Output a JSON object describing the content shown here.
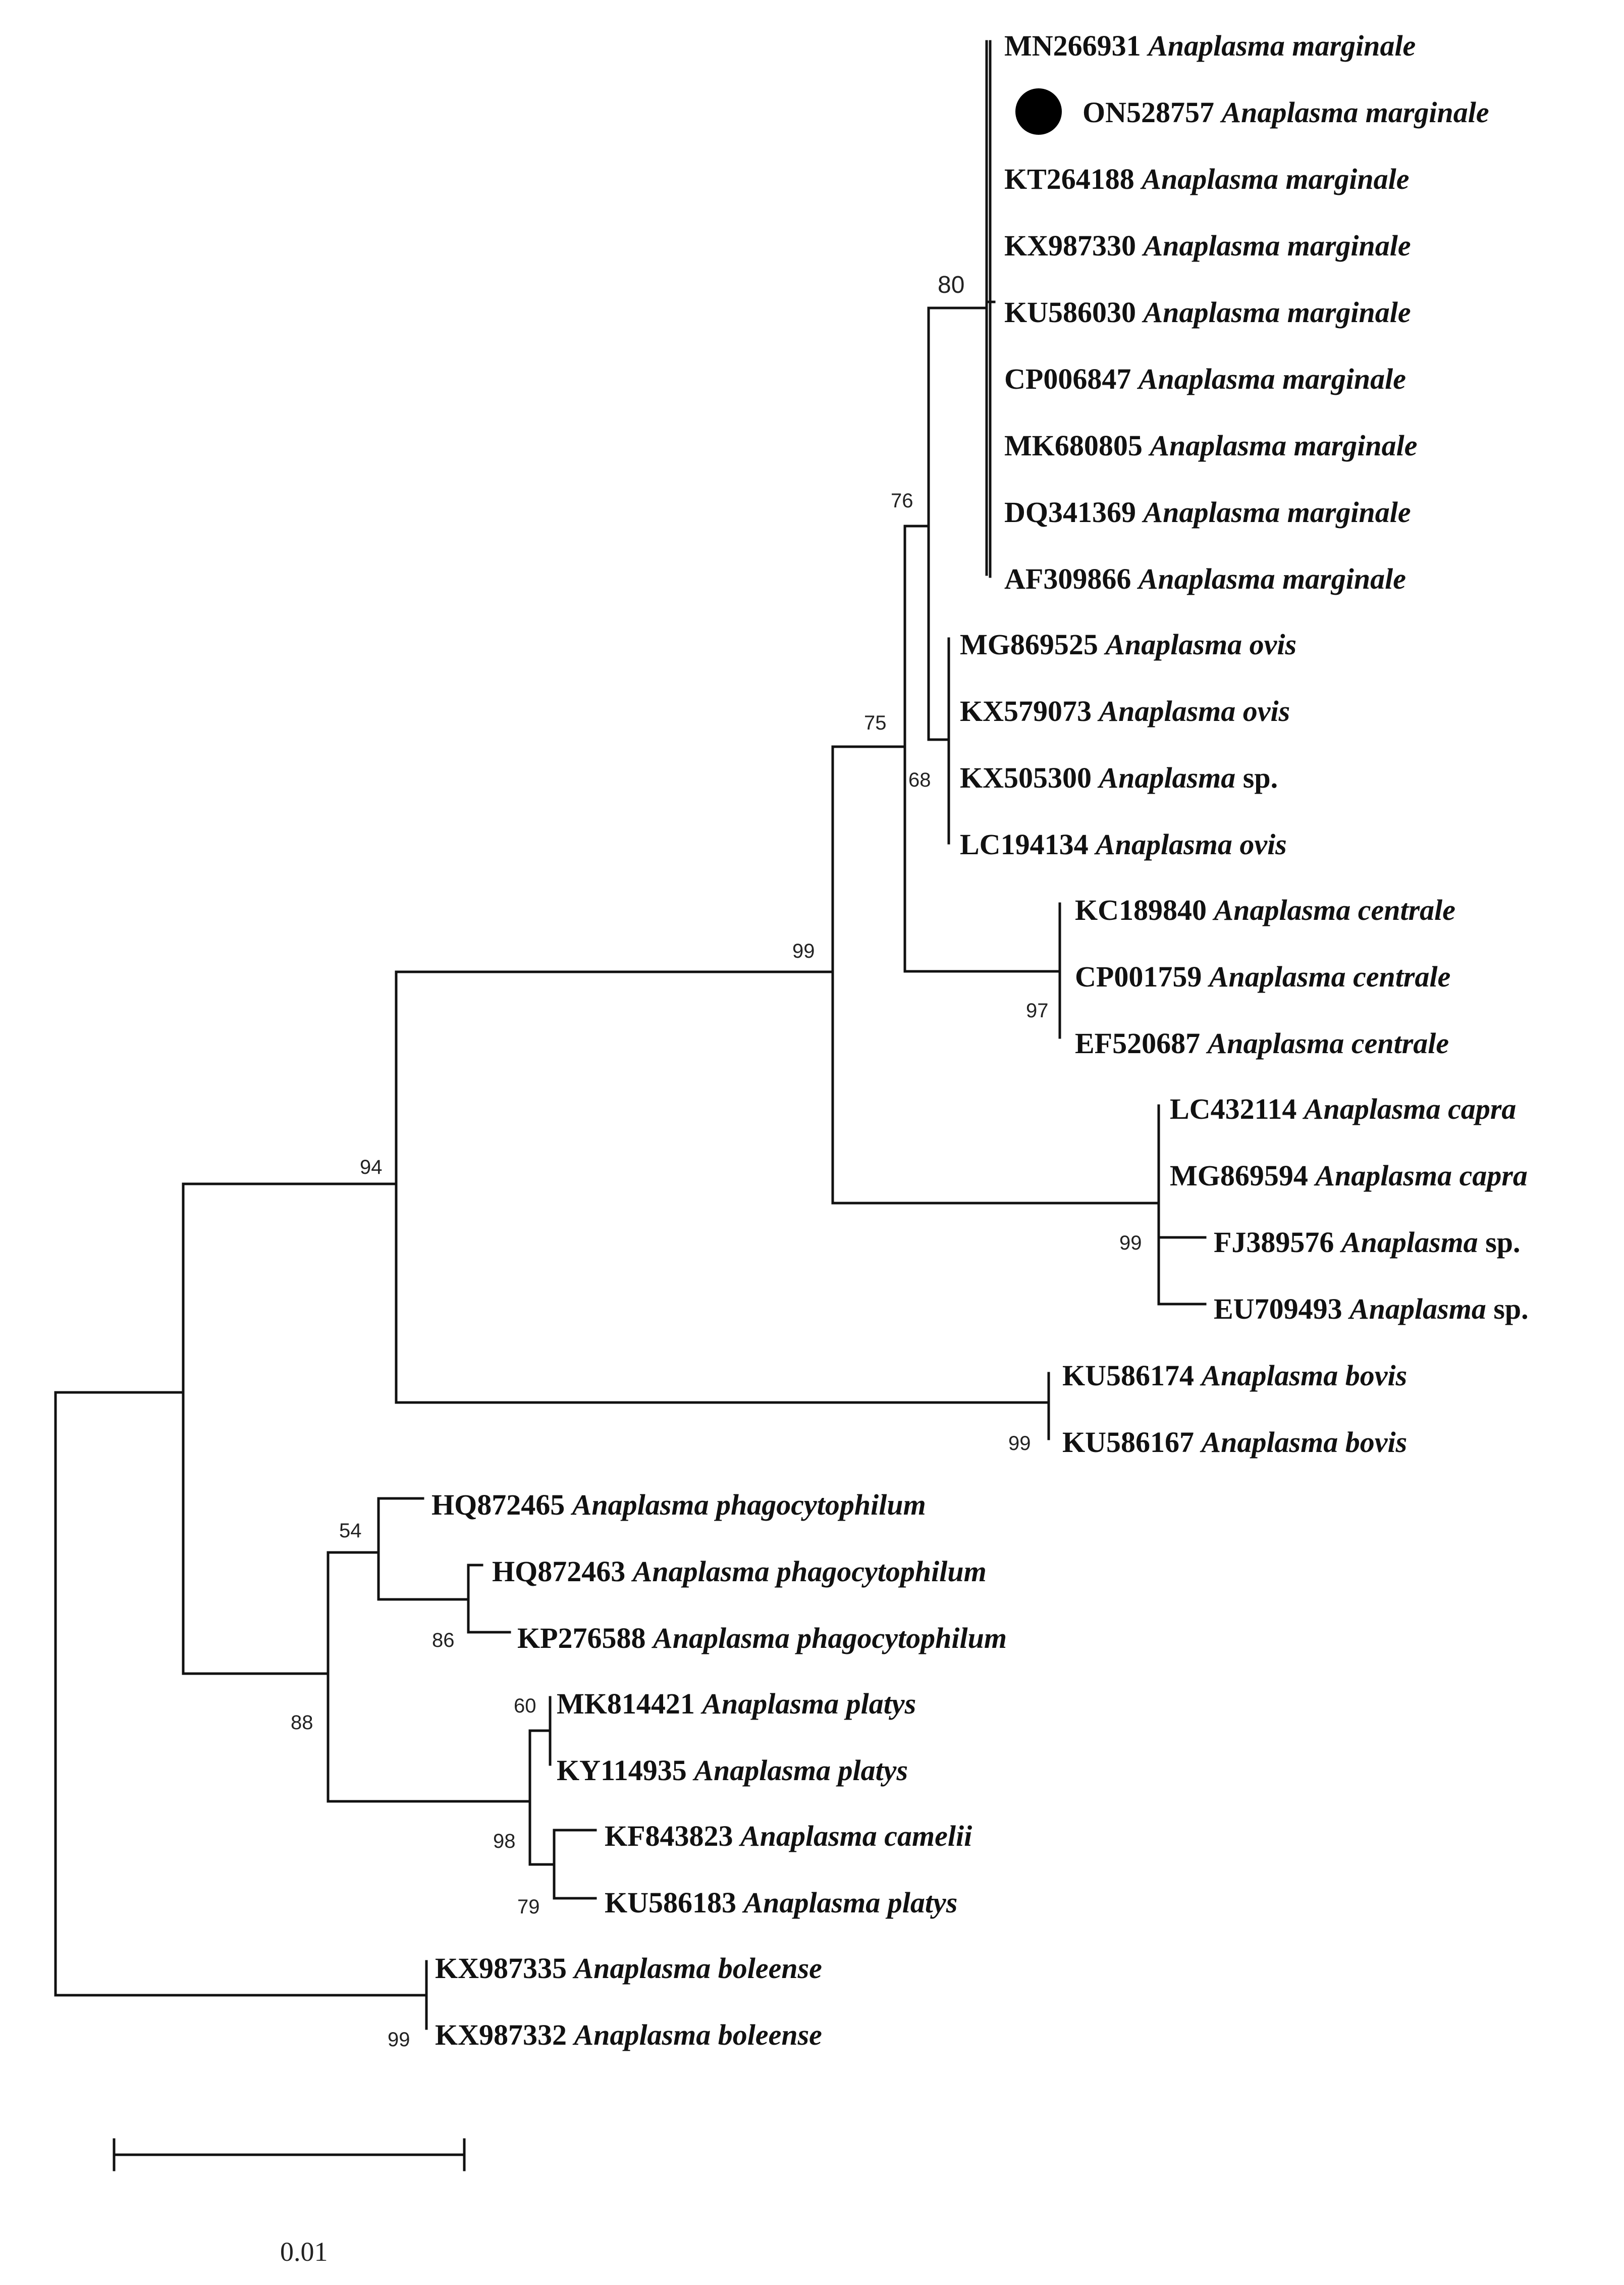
{
  "tree": {
    "taxa": [
      {
        "id": "t1",
        "accession": "MN266931",
        "species": "Anaplasma marginale"
      },
      {
        "id": "t2",
        "accession": "ON528757",
        "species": "Anaplasma marginale",
        "highlight": true
      },
      {
        "id": "t3",
        "accession": "KT264188",
        "species": "Anaplasma marginale"
      },
      {
        "id": "t4",
        "accession": "KX987330",
        "species": "Anaplasma marginale"
      },
      {
        "id": "t5",
        "accession": "KU586030",
        "species": "Anaplasma marginale"
      },
      {
        "id": "t6",
        "accession": "CP006847",
        "species": "Anaplasma marginale"
      },
      {
        "id": "t7",
        "accession": "MK680805",
        "species": "Anaplasma marginale"
      },
      {
        "id": "t8",
        "accession": "DQ341369",
        "species": "Anaplasma marginale"
      },
      {
        "id": "t9",
        "accession": "AF309866",
        "species": "Anaplasma marginale"
      },
      {
        "id": "t10",
        "accession": "MG869525",
        "species": "Anaplasma ovis"
      },
      {
        "id": "t11",
        "accession": "KX579073",
        "species": "Anaplasma ovis"
      },
      {
        "id": "t12",
        "accession": "KX505300",
        "species": "Anaplasma",
        "suffix": "sp."
      },
      {
        "id": "t13",
        "accession": "LC194134",
        "species": "Anaplasma ovis"
      },
      {
        "id": "t14",
        "accession": "KC189840",
        "species": "Anaplasma centrale"
      },
      {
        "id": "t15",
        "accession": "CP001759",
        "species": "Anaplasma centrale"
      },
      {
        "id": "t16",
        "accession": "EF520687",
        "species": "Anaplasma centrale"
      },
      {
        "id": "t17",
        "accession": "LC432114",
        "species": "Anaplasma capra"
      },
      {
        "id": "t18",
        "accession": "MG869594",
        "species": "Anaplasma capra"
      },
      {
        "id": "t19",
        "accession": "FJ389576",
        "species": "Anaplasma",
        "suffix": "sp."
      },
      {
        "id": "t20",
        "accession": "EU709493",
        "species": "Anaplasma",
        "suffix": "sp."
      },
      {
        "id": "t21",
        "accession": "KU586174",
        "species": "Anaplasma bovis"
      },
      {
        "id": "t22",
        "accession": "KU586167",
        "species": "Anaplasma bovis"
      },
      {
        "id": "t23",
        "accession": "HQ872465",
        "species": "Anaplasma phagocytophilum"
      },
      {
        "id": "t24",
        "accession": "HQ872463",
        "species": "Anaplasma phagocytophilum"
      },
      {
        "id": "t25",
        "accession": "KP276588",
        "species": "Anaplasma phagocytophilum"
      },
      {
        "id": "t26",
        "accession": "MK814421",
        "species": "Anaplasma platys"
      },
      {
        "id": "t27",
        "accession": "KY114935",
        "species": "Anaplasma platys"
      },
      {
        "id": "t28",
        "accession": "KF843823",
        "species": "Anaplasma camelii"
      },
      {
        "id": "t29",
        "accession": "KU586183",
        "species": "Anaplasma platys"
      },
      {
        "id": "t30",
        "accession": "KX987335",
        "species": "Anaplasma boleense"
      },
      {
        "id": "t31",
        "accession": "KX987332",
        "species": "Anaplasma boleense"
      }
    ],
    "bootstrap": {
      "marginale": "80",
      "marginale_ovis": "76",
      "ovis": "68",
      "marg_ovis_centrale": "75",
      "centrale": "97",
      "capra_group": "99",
      "big_clade": "99",
      "with_bovis": "94",
      "bovis": "99",
      "phago_deep": "54",
      "phago_pair": "86",
      "platys_pair": "60",
      "platys_group": "98",
      "camelii_platys": "79",
      "phago_platys": "88",
      "boleense": "99"
    }
  },
  "scale_bar": {
    "label": "0.01"
  },
  "legend_marker": {
    "icon": "filled-circle-icon",
    "color": "#000000"
  }
}
